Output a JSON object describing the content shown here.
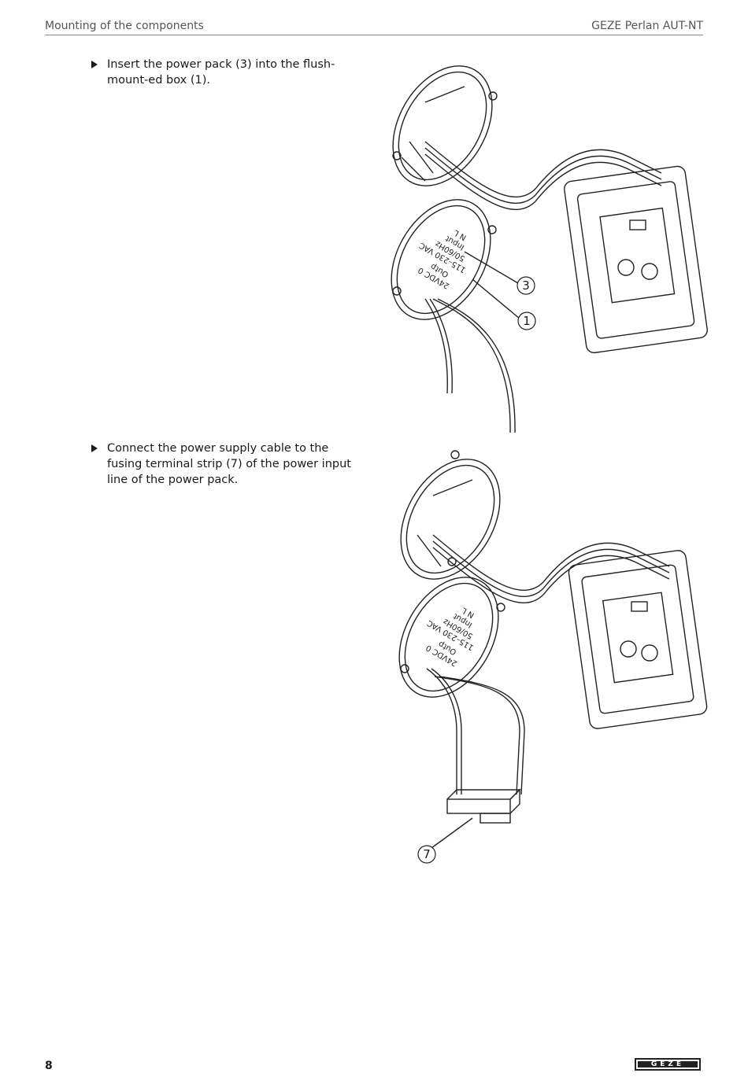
{
  "header": {
    "section": "Mounting of the components",
    "product": "GEZE Perlan AUT-NT"
  },
  "steps": [
    {
      "text": "Insert the power pack (3) into the flush-mount-ed box (1)."
    },
    {
      "text": "Connect the power supply cable to the fusing terminal strip (7) of the power input line of the power pack."
    }
  ],
  "figure1": {
    "callouts": [
      "3",
      "1"
    ],
    "label_lines": [
      "24VDC 0",
      "Outp",
      "115–230 VAC",
      "50/60Hz",
      "Input",
      "N L"
    ]
  },
  "figure2": {
    "callouts": [
      "7"
    ],
    "label_lines": [
      "24VDC 0",
      "Outp",
      "115–230 VAC",
      "50/60Hz",
      "Input",
      "N L"
    ]
  },
  "footer": {
    "page_number": "8",
    "logo": "GEZE"
  }
}
